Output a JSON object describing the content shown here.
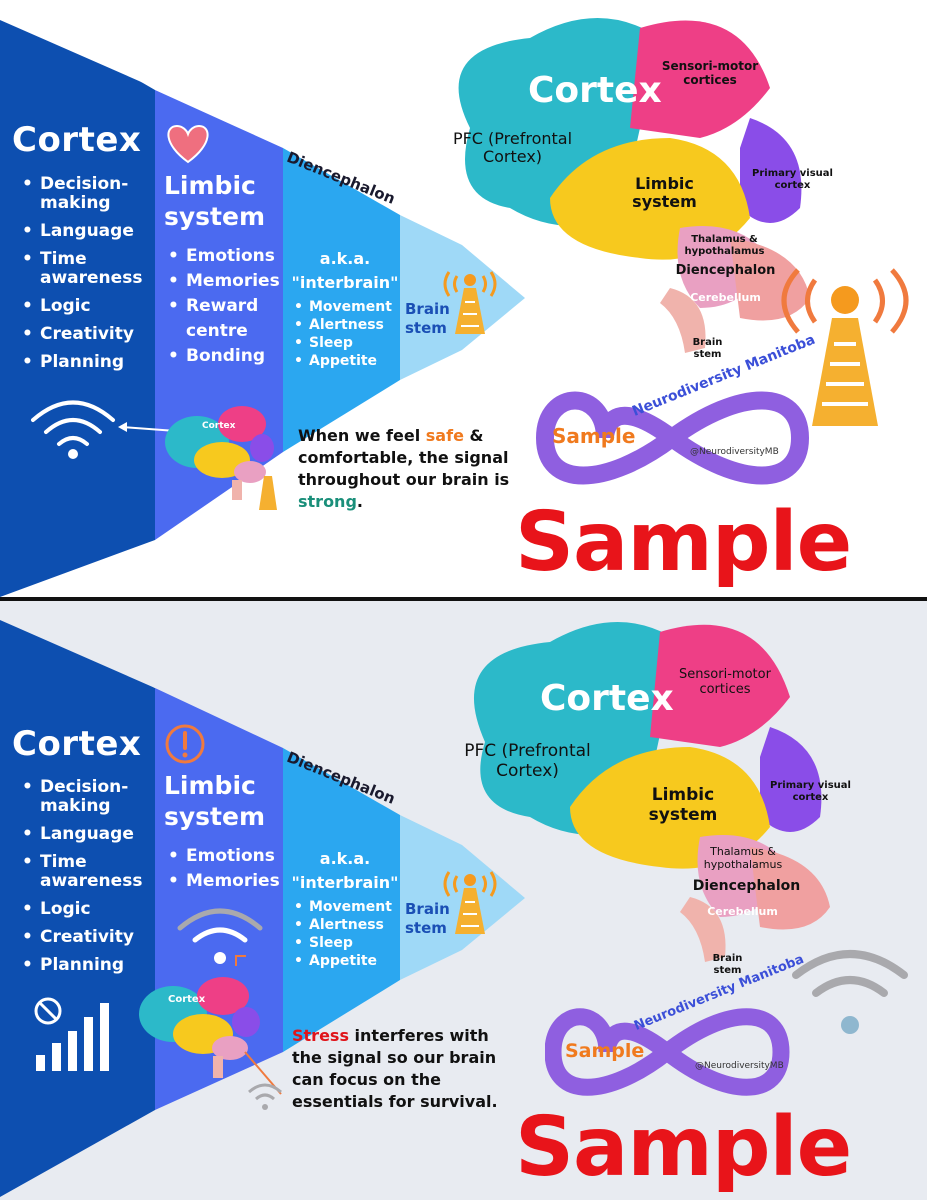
{
  "top": {
    "cortex_title": "Cortex",
    "cortex_items": [
      "Decision-making",
      "Language",
      "Time awareness",
      "Logic",
      "Creativity",
      "Planning"
    ],
    "limbic_title": "Limbic system",
    "limbic_items": [
      "Emotions",
      "Memories",
      "Reward centre",
      "Bonding"
    ],
    "diencephalon_label": "Diencephalon",
    "aka": "a.k.a. \"interbrain\"",
    "diencephalon_items": [
      "Movement",
      "Alertness",
      "Sleep",
      "Appetite"
    ],
    "brainstem": "Brain stem",
    "caption_parts": [
      "When we feel ",
      "safe",
      " & comfortable, the signal throughout our brain is ",
      "strong",
      "."
    ],
    "sample_label": "Sample"
  },
  "bottom": {
    "cortex_title": "Cortex",
    "cortex_items": [
      "Decision-making",
      "Language",
      "Time awareness",
      "Logic",
      "Creativity",
      "Planning"
    ],
    "limbic_title": "Limbic system",
    "limbic_items": [
      "Emotions",
      "Memories"
    ],
    "diencephalon_label": "Diencephalon",
    "aka": "a.k.a. \"interbrain\"",
    "diencephalon_items": [
      "Movement",
      "Alertness",
      "Sleep",
      "Appetite"
    ],
    "brainstem": "Brain stem",
    "caption_parts": [
      "Stress",
      " interferes with the signal so our brain can focus on the essentials for survival."
    ],
    "sample_label": "Sample"
  },
  "brain_labels": {
    "cortex": "Cortex",
    "sensori_motor": "Sensori-motor cortices",
    "pfc": "PFC (Prefrontal Cortex)",
    "limbic": "Limbic system",
    "primary_visual": "Primary visual cortex",
    "thalamus": "Thalamus & hypothalamus",
    "diencephalon": "Diencephalon",
    "cerebellum": "Cerebellum",
    "brain_stem": "Brain stem"
  },
  "logo": {
    "arc_text": "Neurodiversity Manitoba",
    "handle": "@NeurodiversityMB",
    "sample": "Sample"
  },
  "colors": {
    "cortex_band": "#0d4fb0",
    "limbic_band": "#4b6af0",
    "dien_band": "#2ba7f0",
    "stem_band": "#9fd9f7",
    "safe": "#f07a1e",
    "strong": "#1a8f7a",
    "stress": "#e0141a",
    "sample": "#e8141a"
  }
}
